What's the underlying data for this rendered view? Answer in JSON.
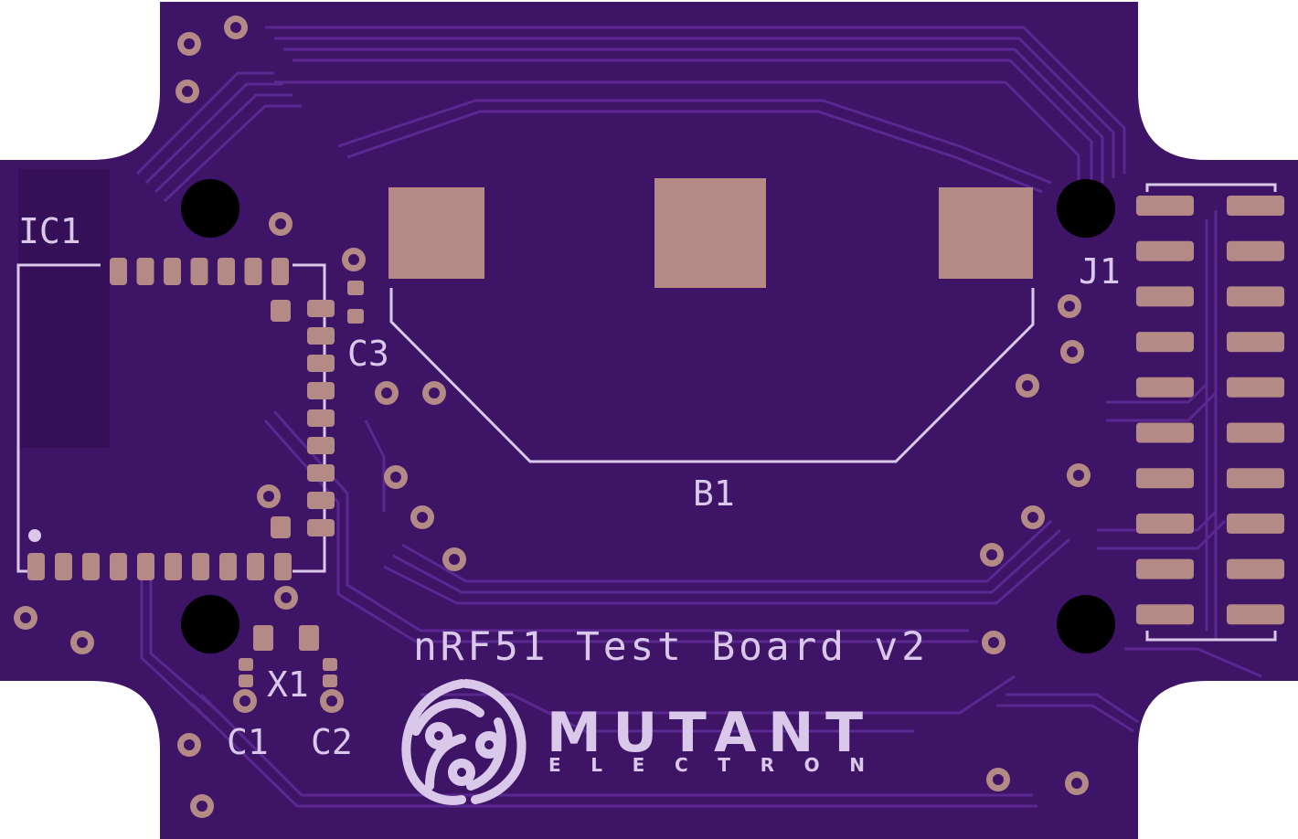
{
  "board": {
    "title": "nRF51 Test Board v2",
    "substrate_color": "#3e1466",
    "trace_color": "#4d1e7c",
    "pad_color": "#b38a85",
    "silk_color": "#d9c8ea",
    "drill_color": "#000000"
  },
  "designators": {
    "ic1": "IC1",
    "c3": "C3",
    "b1": "B1",
    "j1": "J1",
    "x1": "X1",
    "c1": "C1",
    "c2": "C2"
  },
  "logo": {
    "name": "MUTANT",
    "tagline": "ELECTRON",
    "icon": "triskelion-logo-icon"
  }
}
